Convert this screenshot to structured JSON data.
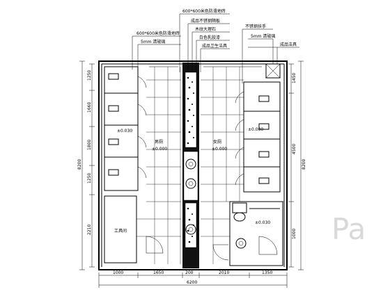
{
  "drawing": {
    "callouts_top": [
      "600*600米色防滑地砖",
      "成品不锈钢隔板",
      "木纹大理石",
      "白色乳胶漆",
      "成品卫生洁具"
    ],
    "callouts_left": [
      "600*600米色防滑地砖",
      "5mm 清玻璃"
    ],
    "callouts_right": [
      "不锈钢扶手",
      "5mm 清玻璃",
      "成品洁具"
    ],
    "room_labels": {
      "left_floor": "±0.030",
      "mid_left_room": "男厕",
      "mid_left_level": "±0.000",
      "mid_right_room": "女厕",
      "mid_right_level": "±0.000",
      "right_floor": "±0.000",
      "utility_room": "工具间",
      "accessible_level": "±0.030"
    },
    "dims_left": [
      "1250",
      "1660",
      "1800",
      "1250",
      "2210"
    ],
    "dims_right": [
      "1450",
      "4500",
      "1000"
    ],
    "total_left": "8200",
    "total_right": "8200",
    "dims_bottom": [
      "1000",
      "1650",
      "200",
      "2010",
      "1350"
    ],
    "total_bottom": "6200",
    "watermark": "Pa"
  }
}
